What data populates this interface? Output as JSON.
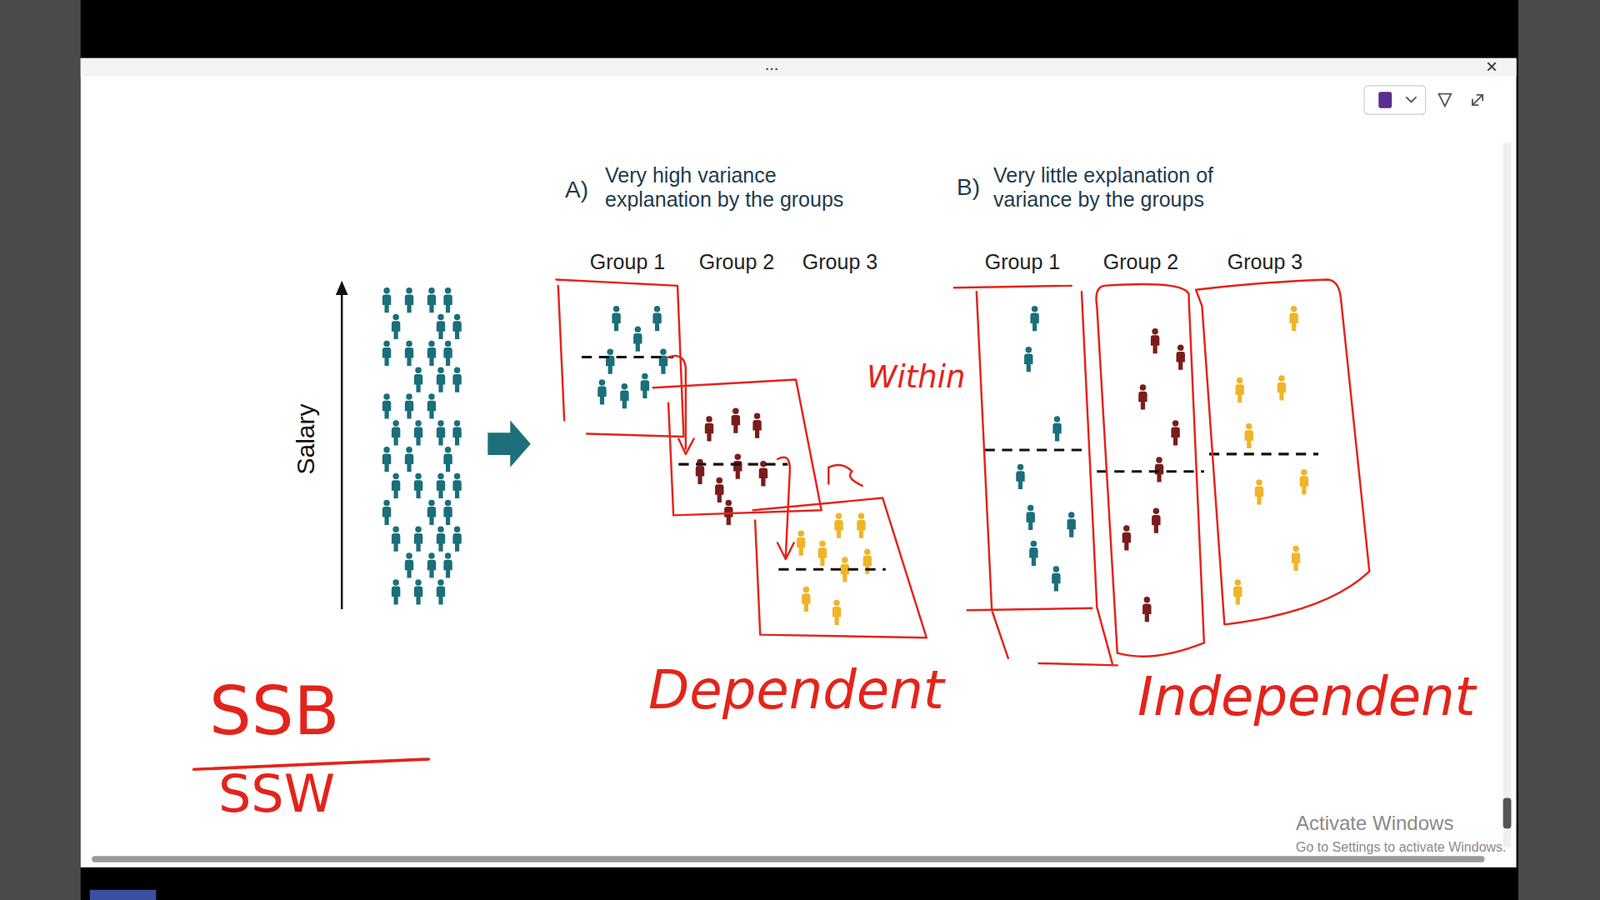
{
  "diagram": {
    "labels": [
      "...",
      "×",
      "A)",
      "Very high variance explanation by the groups",
      "B)",
      "Very little explanation of variance by the groups",
      "Group 1",
      "Group 2",
      "Group 3",
      "Group 1",
      "Group 2",
      "Group 3",
      "Salary",
      "Within",
      "Dependent",
      "Independent",
      "SSB",
      "SSW",
      "Activate Windows",
      "Go to Settings to activate Windows."
    ]
  }
}
